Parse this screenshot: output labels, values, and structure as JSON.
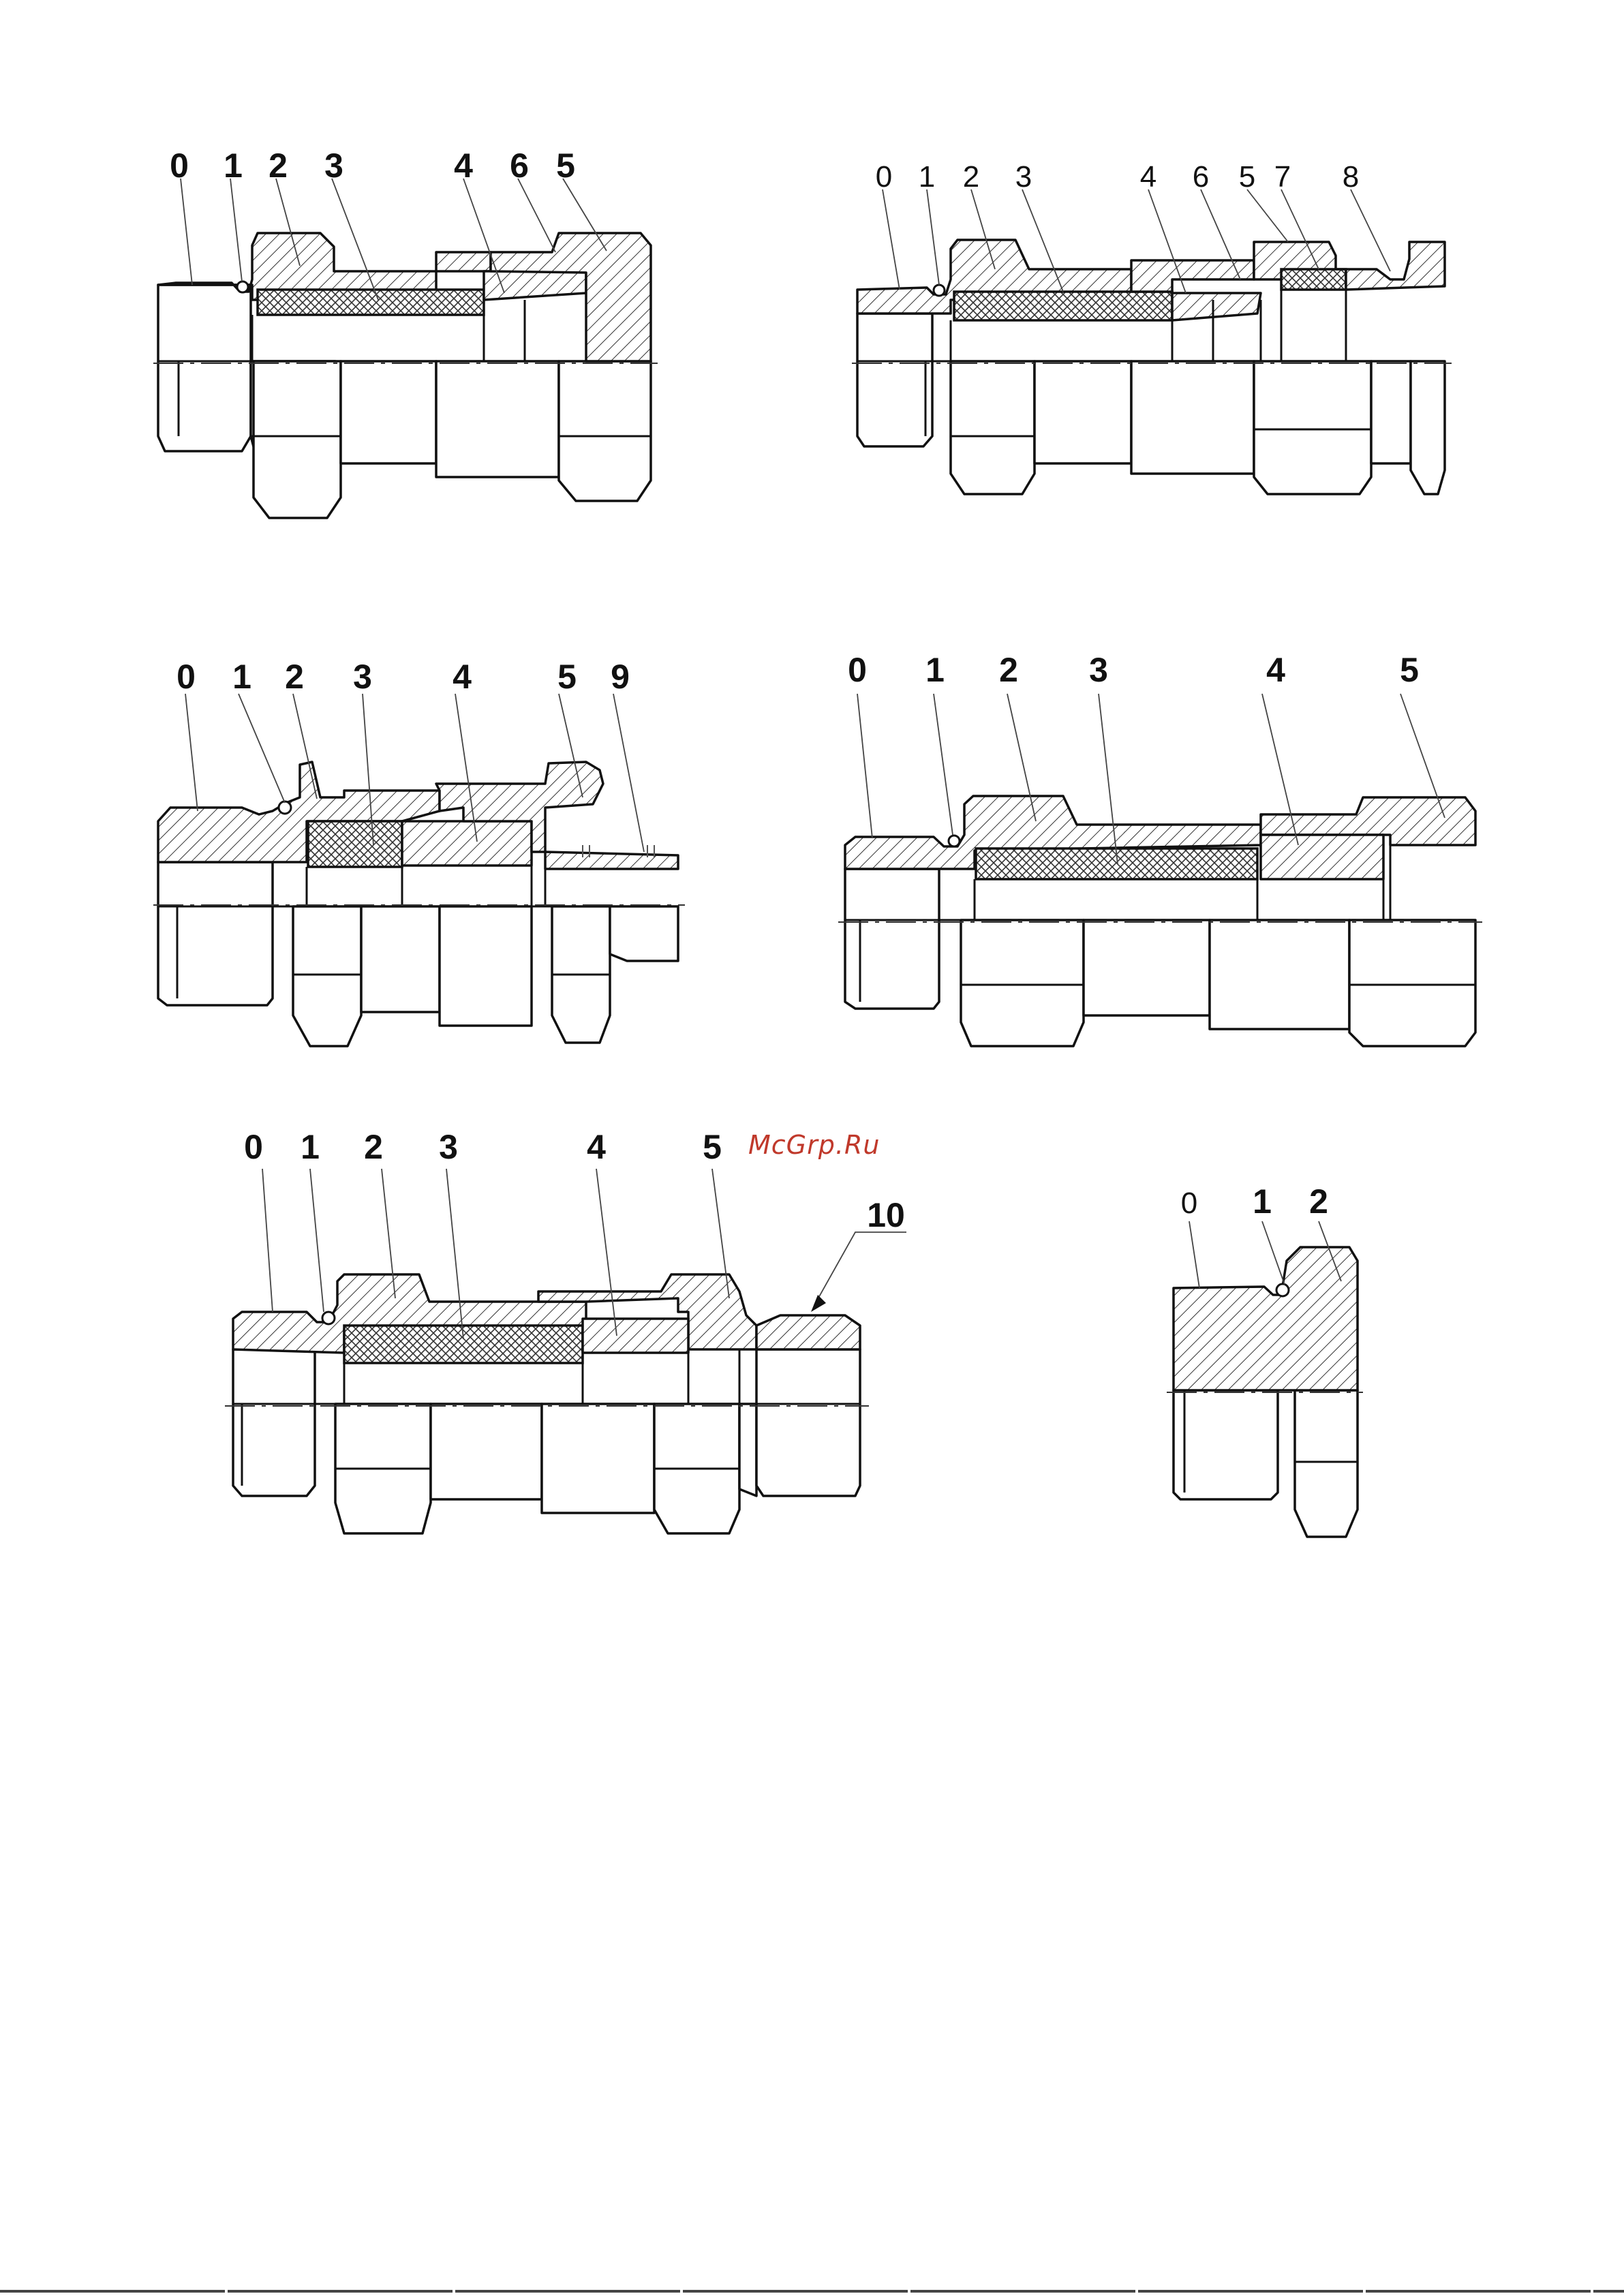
{
  "watermark": "McGrp.Ru",
  "figures": [
    {
      "id": "fig1",
      "labels": [
        "0",
        "1",
        "2",
        "3",
        "4",
        "6",
        "5"
      ]
    },
    {
      "id": "fig2",
      "labels": [
        "0",
        "1",
        "2",
        "3",
        "4",
        "6",
        "5",
        "7",
        "8"
      ]
    },
    {
      "id": "fig3",
      "labels": [
        "0",
        "1",
        "2",
        "3",
        "4",
        "5",
        "9"
      ]
    },
    {
      "id": "fig4",
      "labels": [
        "0",
        "1",
        "2",
        "3",
        "4",
        "5"
      ]
    },
    {
      "id": "fig5",
      "labels": [
        "0",
        "1",
        "2",
        "3",
        "4",
        "5",
        "10"
      ]
    },
    {
      "id": "fig6",
      "labels": [
        "0",
        "1",
        "2"
      ]
    }
  ]
}
